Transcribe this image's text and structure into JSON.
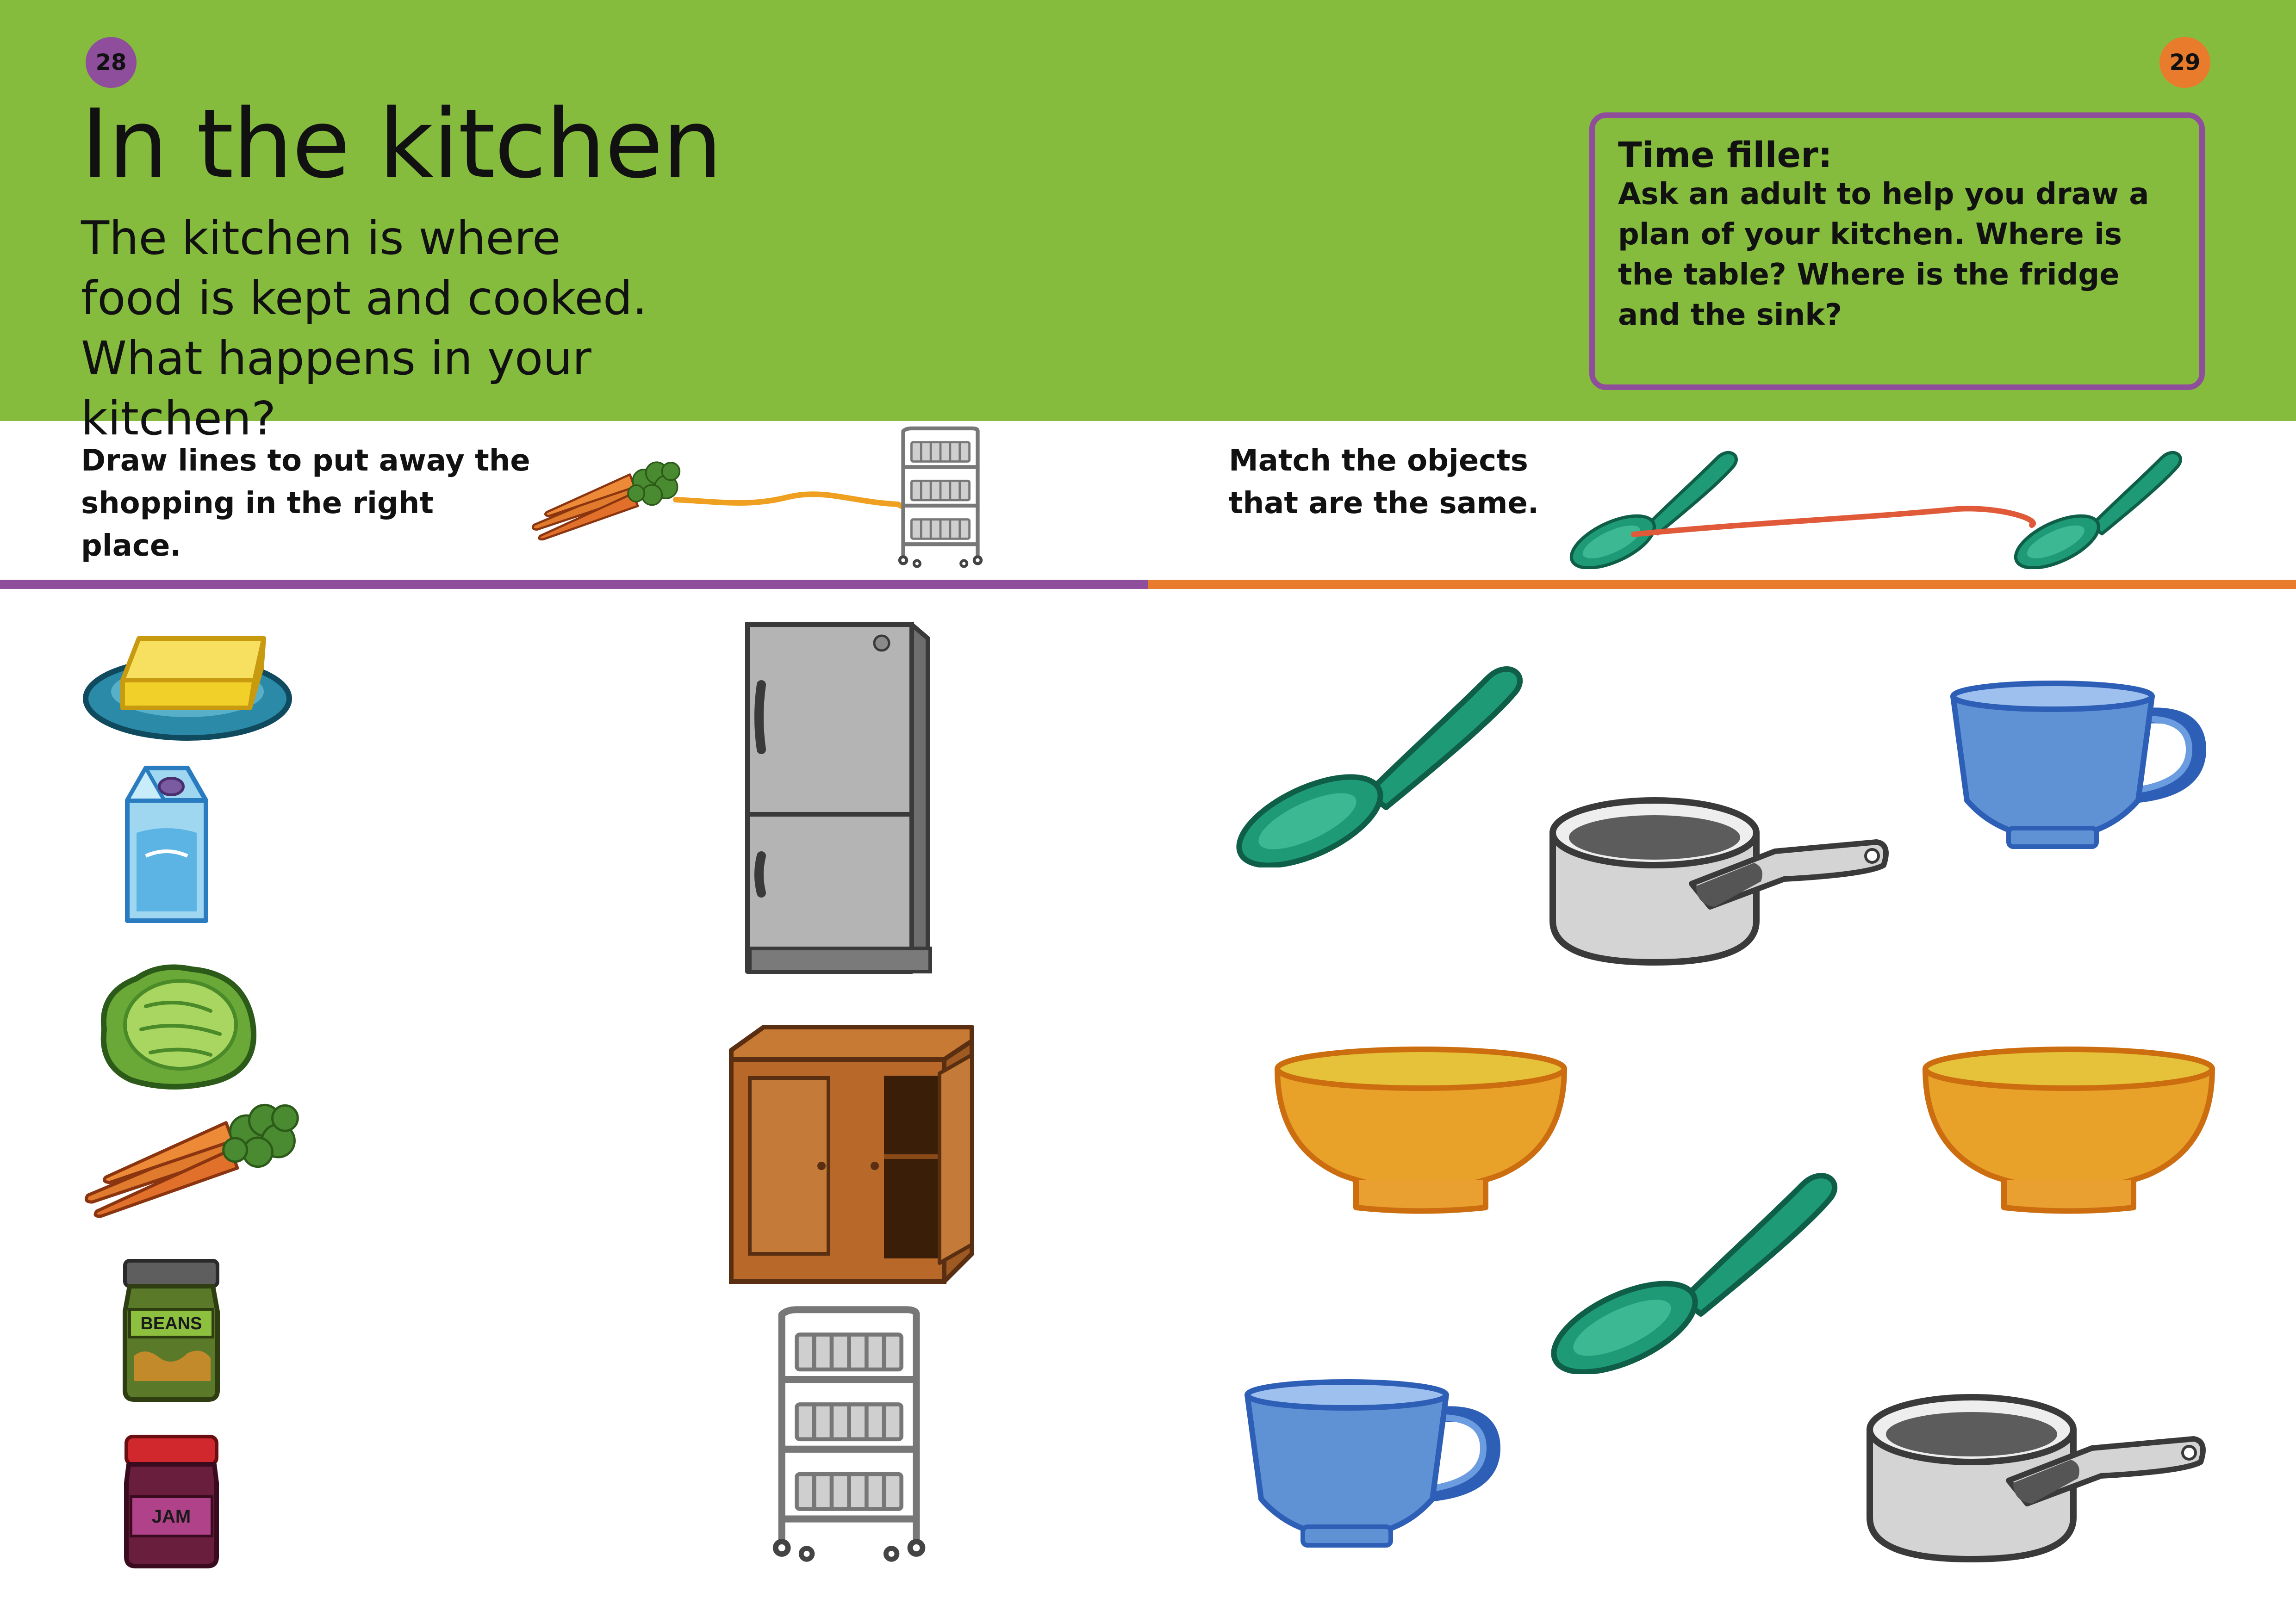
{
  "page_numbers": {
    "left": "28",
    "right": "29"
  },
  "title": "In the kitchen",
  "intro": "The kitchen is where food is kept and cooked. What happens in your kitchen?",
  "time_filler": {
    "title": "Time filler:",
    "text": "Ask an adult to help you draw a plan of your kitchen. Where is the table? Where is the fridge and the sink?"
  },
  "activities": {
    "left_instruction": "Draw lines to put away the shopping in the right place.",
    "right_instruction": "Match the objects that are the same."
  },
  "food_labels": {
    "beans": "BEANS",
    "jam": "JAM"
  },
  "colors": {
    "header_green": "#86bc3e",
    "purple": "#8e4e9c",
    "orange": "#e87c2c",
    "spoon_green": "#1e9a77",
    "cup_blue": "#5a8ed0",
    "bowl_yellow": "#e8a22a",
    "pan_gray": "#d0d0d0"
  },
  "icons": {
    "food": [
      "butter-icon",
      "milk-carton-icon",
      "cabbage-icon",
      "carrots-icon",
      "beans-jar-icon",
      "jam-jar-icon"
    ],
    "storage": [
      "fridge-icon",
      "cupboard-icon",
      "vegetable-rack-icon"
    ],
    "kitchenware": [
      "spoon-icon",
      "saucepan-icon",
      "cup-icon",
      "bowl-icon"
    ]
  }
}
